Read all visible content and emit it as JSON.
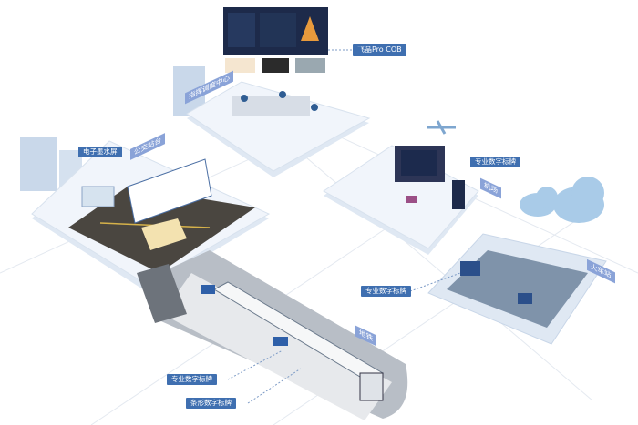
{
  "labels": {
    "cob": "飞晶Pro COB",
    "command_center": "指挥调度中心",
    "eink": "电子墨水屏",
    "bus_stop": "公交站台",
    "airport_signage": "专业数字标牌",
    "airport": "机场",
    "train_station": "火车站",
    "train_signage": "专业数字标牌",
    "subway": "地铁",
    "subway_signage": "专业数字标牌",
    "bar_signage": "条形数字标牌"
  },
  "colors": {
    "tag": "#3f6fb0",
    "scene_tag": "#8aa3d8",
    "platform": "#eef3fa",
    "cloud": "#a9cbe8"
  }
}
